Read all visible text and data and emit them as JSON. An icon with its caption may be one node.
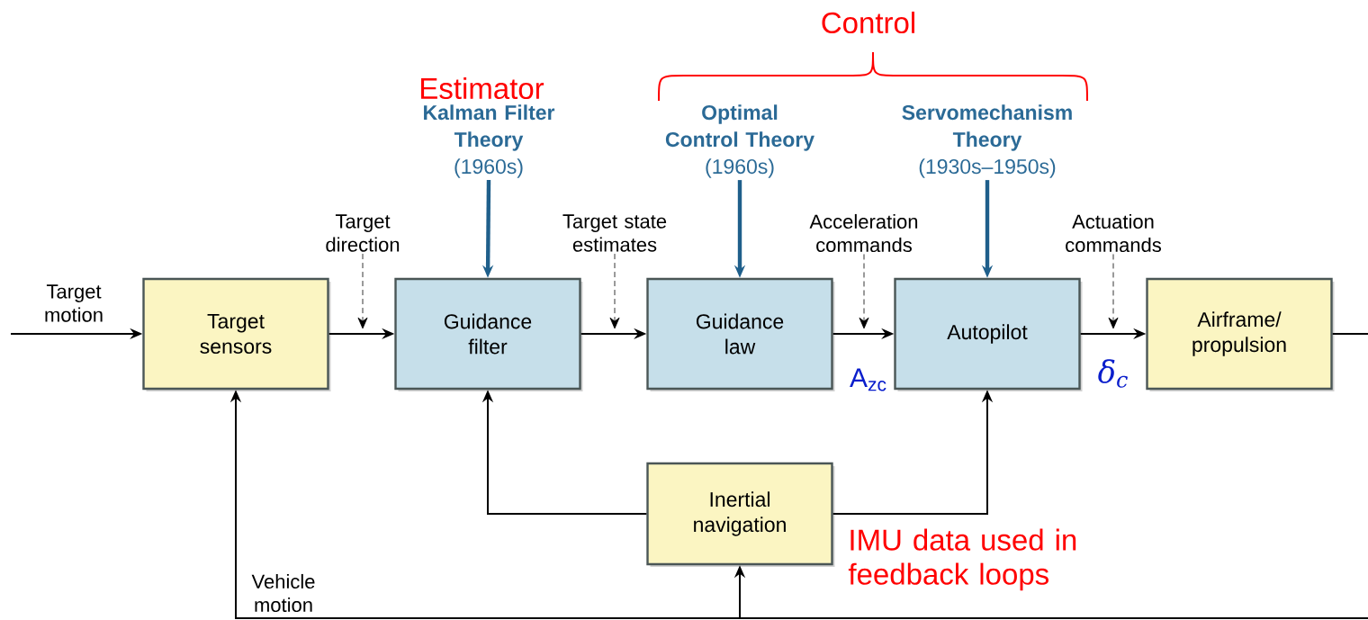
{
  "diagram": {
    "nodes": [
      {
        "text": [
          "Target sensors"
        ]
      },
      {
        "text": [
          "Guidance filter"
        ]
      },
      {
        "text": [
          "Guidance law"
        ]
      },
      {
        "text": [
          "Autopilot"
        ]
      },
      {
        "text": [
          "Airframe/ propulsion"
        ]
      },
      {
        "text": [
          "Inertial navigation"
        ]
      },
      {
        "text": [
          "Kalman Filter Theory",
          "(1960s)"
        ]
      },
      {
        "text": [
          "Optimal Control Theory",
          "(1960s)"
        ]
      },
      {
        "text": [
          "Servomechanism Theory",
          "(1930s–1950s)"
        ]
      },
      {
        "text": [
          "Target direction"
        ]
      },
      {
        "text": [
          "Target state estimates"
        ]
      },
      {
        "text": [
          "Acceleration commands"
        ]
      },
      {
        "text": [
          "Actuation commands"
        ]
      }
    ],
    "edges": [
      {
        "from": null,
        "to": 0,
        "arrow": "to",
        "label": "Target motion"
      },
      {
        "from": 0,
        "to": 1,
        "arrow": "to"
      },
      {
        "from": 1,
        "to": 2,
        "arrow": "to"
      },
      {
        "from": 2,
        "to": 3,
        "arrow": "to"
      },
      {
        "from": 3,
        "to": 4,
        "arrow": "to"
      },
      {
        "from": 4,
        "to": null,
        "arrow": "none"
      },
      {
        "from": 6,
        "to": 1,
        "arrow": "to",
        "style": "thick",
        "color": "#1f5f8b"
      },
      {
        "from": 7,
        "to": 2,
        "arrow": "to",
        "style": "thick",
        "color": "#1f5f8b"
      },
      {
        "from": 8,
        "to": 3,
        "arrow": "to",
        "style": "thick",
        "color": "#1f5f8b"
      },
      {
        "from": 9,
        "to": null,
        "arrow": "to",
        "style": "dashed"
      },
      {
        "from": 10,
        "to": null,
        "arrow": "to",
        "style": "dashed"
      },
      {
        "from": 11,
        "to": null,
        "arrow": "to",
        "style": "dashed"
      },
      {
        "from": 12,
        "to": null,
        "arrow": "to",
        "style": "dashed"
      },
      {
        "from": 5,
        "to": 1,
        "arrow": "to"
      },
      {
        "from": 5,
        "to": 3,
        "arrow": "to"
      },
      {
        "from": null,
        "to": 0,
        "arrow": "to",
        "label": "Vehicle motion"
      },
      {
        "from": null,
        "to": 5,
        "arrow": "to"
      }
    ],
    "labels": [
      "Control",
      "Estimator",
      "A$_{zc}$",
      "δ$_{c}$",
      "IMU data used in feedback loops"
    ]
  }
}
